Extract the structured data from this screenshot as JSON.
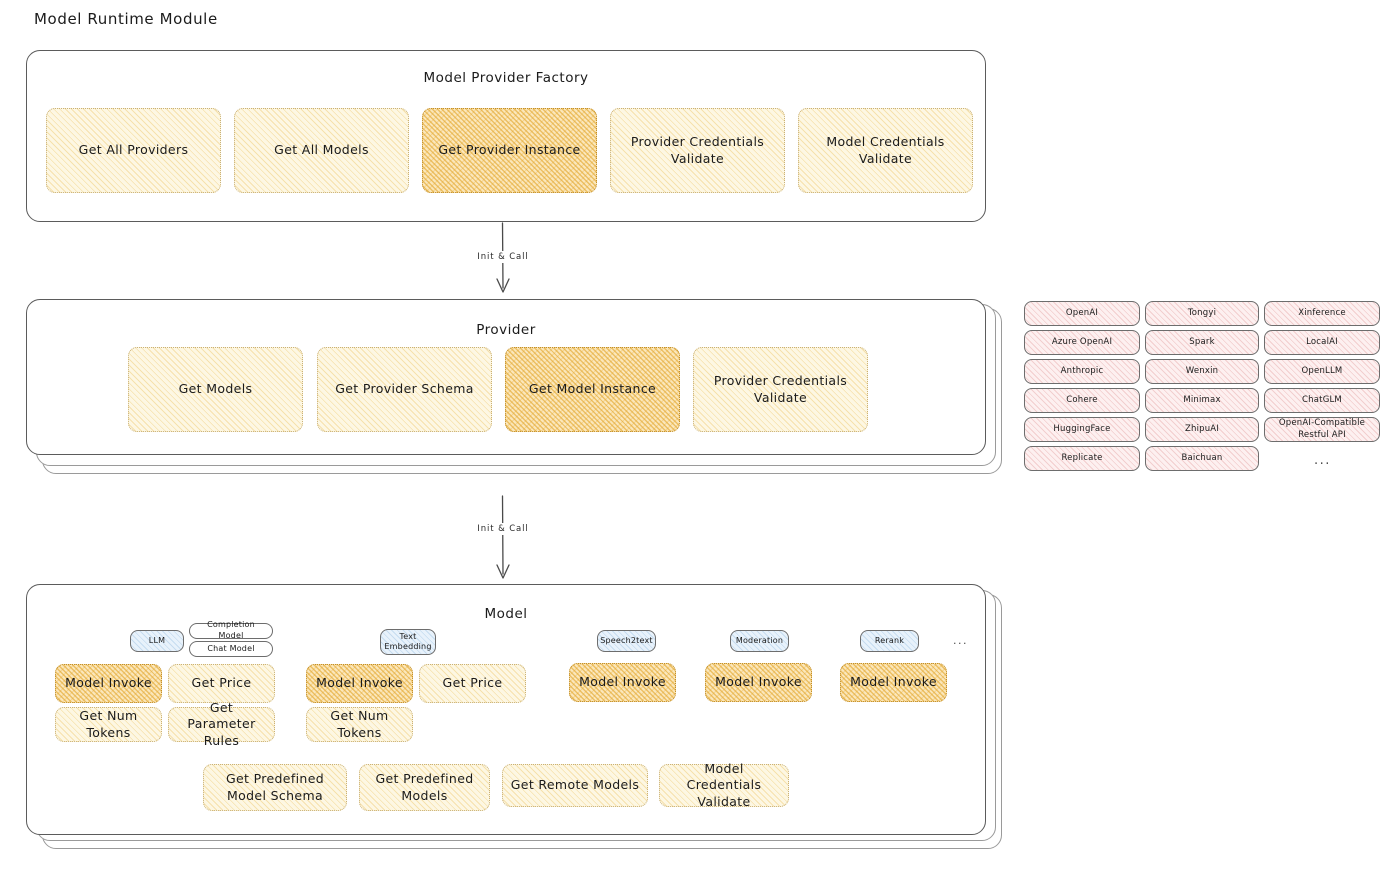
{
  "page": {
    "title": "Model Runtime Module"
  },
  "colors": {
    "highlight_gold": "#e3a72e",
    "node_cream": "#fdf7e3",
    "provider_pink": "#fdf0f0",
    "model_type_blue": "#e8f2fb",
    "stroke": "#5b5b5b"
  },
  "factory": {
    "title": "Model Provider Factory",
    "nodes": [
      {
        "label": "Get All Providers",
        "style": "cream"
      },
      {
        "label": "Get All Models",
        "style": "cream"
      },
      {
        "label": "Get Provider Instance",
        "style": "gold"
      },
      {
        "label": "Provider Credentials Validate",
        "style": "cream"
      },
      {
        "label": "Model Credentials Validate",
        "style": "cream"
      }
    ]
  },
  "arrows": [
    {
      "label": "Init & Call"
    },
    {
      "label": "Init & Call"
    }
  ],
  "provider": {
    "title": "Provider",
    "nodes": [
      {
        "label": "Get Models",
        "style": "cream"
      },
      {
        "label": "Get Provider Schema",
        "style": "cream"
      },
      {
        "label": "Get Model Instance",
        "style": "gold"
      },
      {
        "label": "Provider Credentials Validate",
        "style": "cream"
      }
    ]
  },
  "provider_list": {
    "columns": [
      {
        "items": [
          "OpenAI",
          "Azure OpenAI",
          "Anthropic",
          "Cohere",
          "HuggingFace",
          "Replicate"
        ]
      },
      {
        "items": [
          "Tongyi",
          "Spark",
          "Wenxin",
          "Minimax",
          "ZhipuAI",
          "Baichuan"
        ]
      },
      {
        "items": [
          "Xinference",
          "LocalAI",
          "OpenLLM",
          "ChatGLM",
          "OpenAI-Compatible Restful API"
        ],
        "more": "..."
      }
    ]
  },
  "model": {
    "title": "Model",
    "more_types": "...",
    "types": [
      {
        "name": "LLM",
        "sub_pills": [
          "Completion Model",
          "Chat Model"
        ],
        "nodes": [
          {
            "label": "Model Invoke",
            "style": "gold"
          },
          {
            "label": "Get Price",
            "style": "cream"
          },
          {
            "label": "Get Num Tokens",
            "style": "cream"
          },
          {
            "label": "Get Parameter Rules",
            "style": "cream"
          }
        ]
      },
      {
        "name": "Text Embedding",
        "sub_pills": [],
        "nodes": [
          {
            "label": "Model Invoke",
            "style": "gold"
          },
          {
            "label": "Get Price",
            "style": "cream"
          },
          {
            "label": "Get Num Tokens",
            "style": "cream"
          }
        ]
      },
      {
        "name": "Speech2text",
        "sub_pills": [],
        "nodes": [
          {
            "label": "Model Invoke",
            "style": "gold"
          }
        ]
      },
      {
        "name": "Moderation",
        "sub_pills": [],
        "nodes": [
          {
            "label": "Model Invoke",
            "style": "gold"
          }
        ]
      },
      {
        "name": "Rerank",
        "sub_pills": [],
        "nodes": [
          {
            "label": "Model Invoke",
            "style": "gold"
          }
        ]
      }
    ],
    "common_nodes": [
      {
        "label": "Get Predefined Model Schema",
        "style": "cream"
      },
      {
        "label": "Get Predefined Models",
        "style": "cream"
      },
      {
        "label": "Get Remote Models",
        "style": "cream"
      },
      {
        "label": "Model Credentials Validate",
        "style": "cream"
      }
    ]
  }
}
